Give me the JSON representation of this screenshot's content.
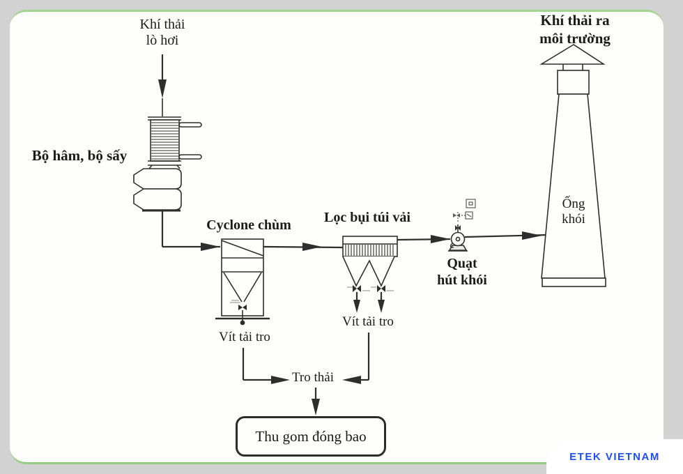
{
  "frame": {
    "background": "#d2d2d2",
    "card_background": "#fdfdfc",
    "accent_green": "#a0d48c",
    "line_color": "#2e2e2e",
    "text_color": "#1b1b1b"
  },
  "diagram": {
    "source_label": {
      "line1": "Khí thải",
      "line2": "lò hơi"
    },
    "economizer_label": "Bộ hâm, bộ sấy",
    "cyclone_label": "Cyclone chùm",
    "bag_filter_label": "Lọc bụi túi vải",
    "fan_label": {
      "line1": "Quạt",
      "line2": "hút khói"
    },
    "stack_label": {
      "line1": "Ống",
      "line2": "khói"
    },
    "outlet_label": {
      "line1": "Khí thải ra",
      "line2": "môi trường"
    },
    "ash_screw_left_label": "Vít tải tro",
    "ash_screw_right_label": "Vít tải tro",
    "waste_ash_label": "Tro thải",
    "collection_label": "Thu gom đóng bao"
  },
  "brand": {
    "name": "ETEK VIETNAM",
    "color": "#1d4ff2",
    "badge_bg": "#ffffff"
  }
}
